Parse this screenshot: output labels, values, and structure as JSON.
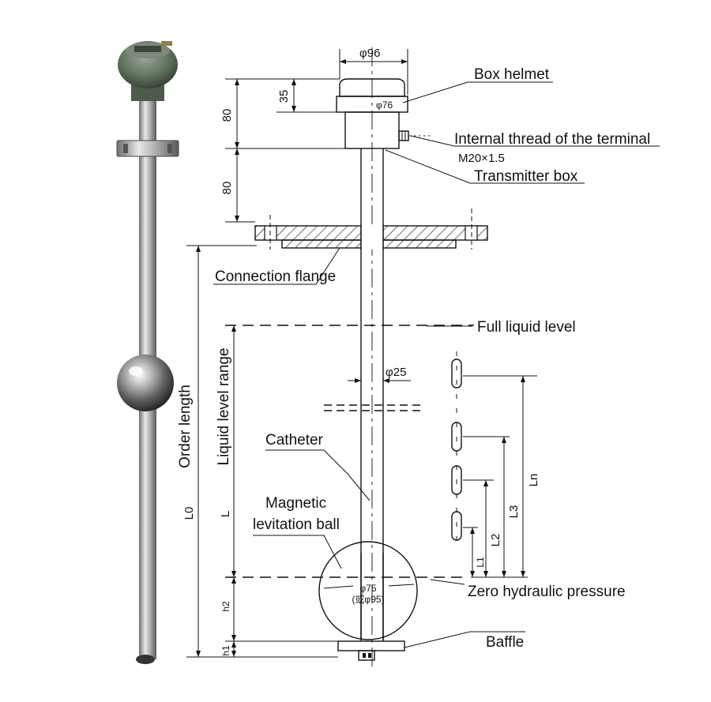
{
  "labels": {
    "box_helmet": "Box helmet",
    "internal_thread": "Internal thread of the terminal",
    "thread_spec": "M20×1.5",
    "transmitter_box": "Transmitter box",
    "connection_flange": "Connection flange",
    "full_liquid_level": "Full liquid level",
    "catheter": "Catheter",
    "magnetic_ball_line1": "Magnetic",
    "magnetic_ball_line2": "levitation ball",
    "zero_pressure": "Zero hydraulic pressure",
    "baffle": "Baffle",
    "order_length": "Order length",
    "liquid_level_range": "Liquid level range"
  },
  "dimensions": {
    "phi96": "φ96",
    "phi76": "φ76",
    "d35": "35",
    "d80_top": "80",
    "d80_bottom": "80",
    "phi25": "φ25",
    "phi75": "φ75",
    "phi95": "(或φ95)",
    "L0": "L0",
    "L": "L",
    "h1": "h1",
    "h2": "h2",
    "L1": "L1",
    "L2": "L2",
    "L3": "L3",
    "Ln": "Ln"
  },
  "colors": {
    "line": "#111111",
    "hatch": "#111111",
    "helmet_green": "#5f6e5c",
    "steel_light": "#d9d9d9",
    "steel_dark": "#6e6e6e"
  }
}
